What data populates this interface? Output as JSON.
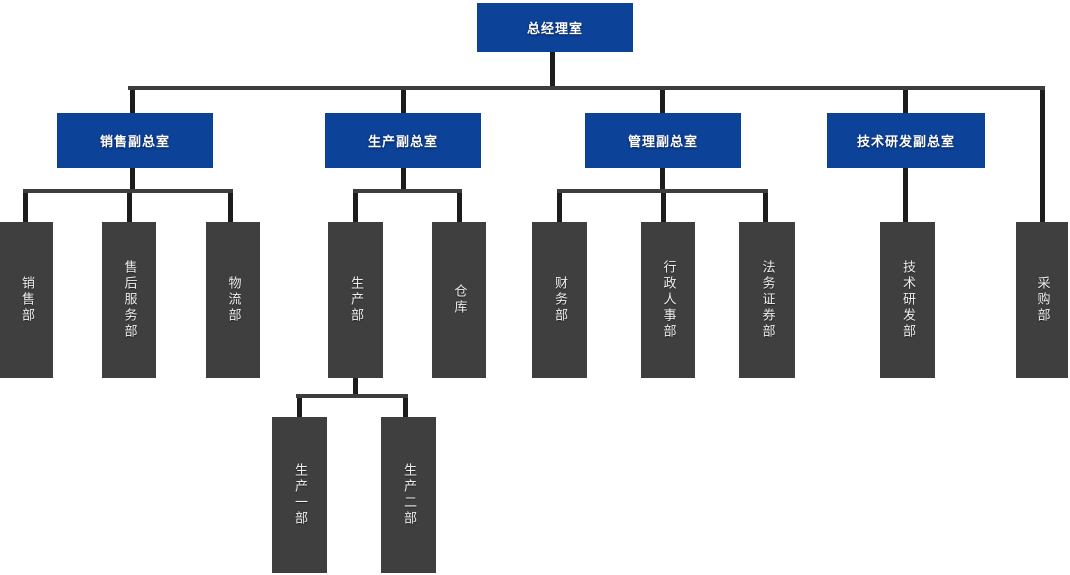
{
  "diagram_type": "org-chart",
  "tree": {
    "label": "总经理室",
    "children": [
      {
        "label": "销售副总室",
        "children": [
          {
            "label": "销售部"
          },
          {
            "label": "售后服务部"
          },
          {
            "label": "物流部"
          }
        ]
      },
      {
        "label": "生产副总室",
        "children": [
          {
            "label": "生产部",
            "children": [
              {
                "label": "生产一部"
              },
              {
                "label": "生产二部"
              }
            ]
          },
          {
            "label": "仓库"
          }
        ]
      },
      {
        "label": "管理副总室",
        "children": [
          {
            "label": "财务部"
          },
          {
            "label": "行政人事部"
          },
          {
            "label": "法务证券部"
          }
        ]
      },
      {
        "label": "技术研发副总室",
        "children": [
          {
            "label": "技术研发部"
          }
        ]
      },
      {
        "label": "采购部"
      }
    ]
  },
  "colors": {
    "executive_box": "#0d4299",
    "department_box": "#3f3f3f",
    "connector_vertical": "#1c1c1c",
    "connector_horizontal": "#3d3d3d",
    "text": "#ffffff",
    "background": "#ffffff"
  }
}
